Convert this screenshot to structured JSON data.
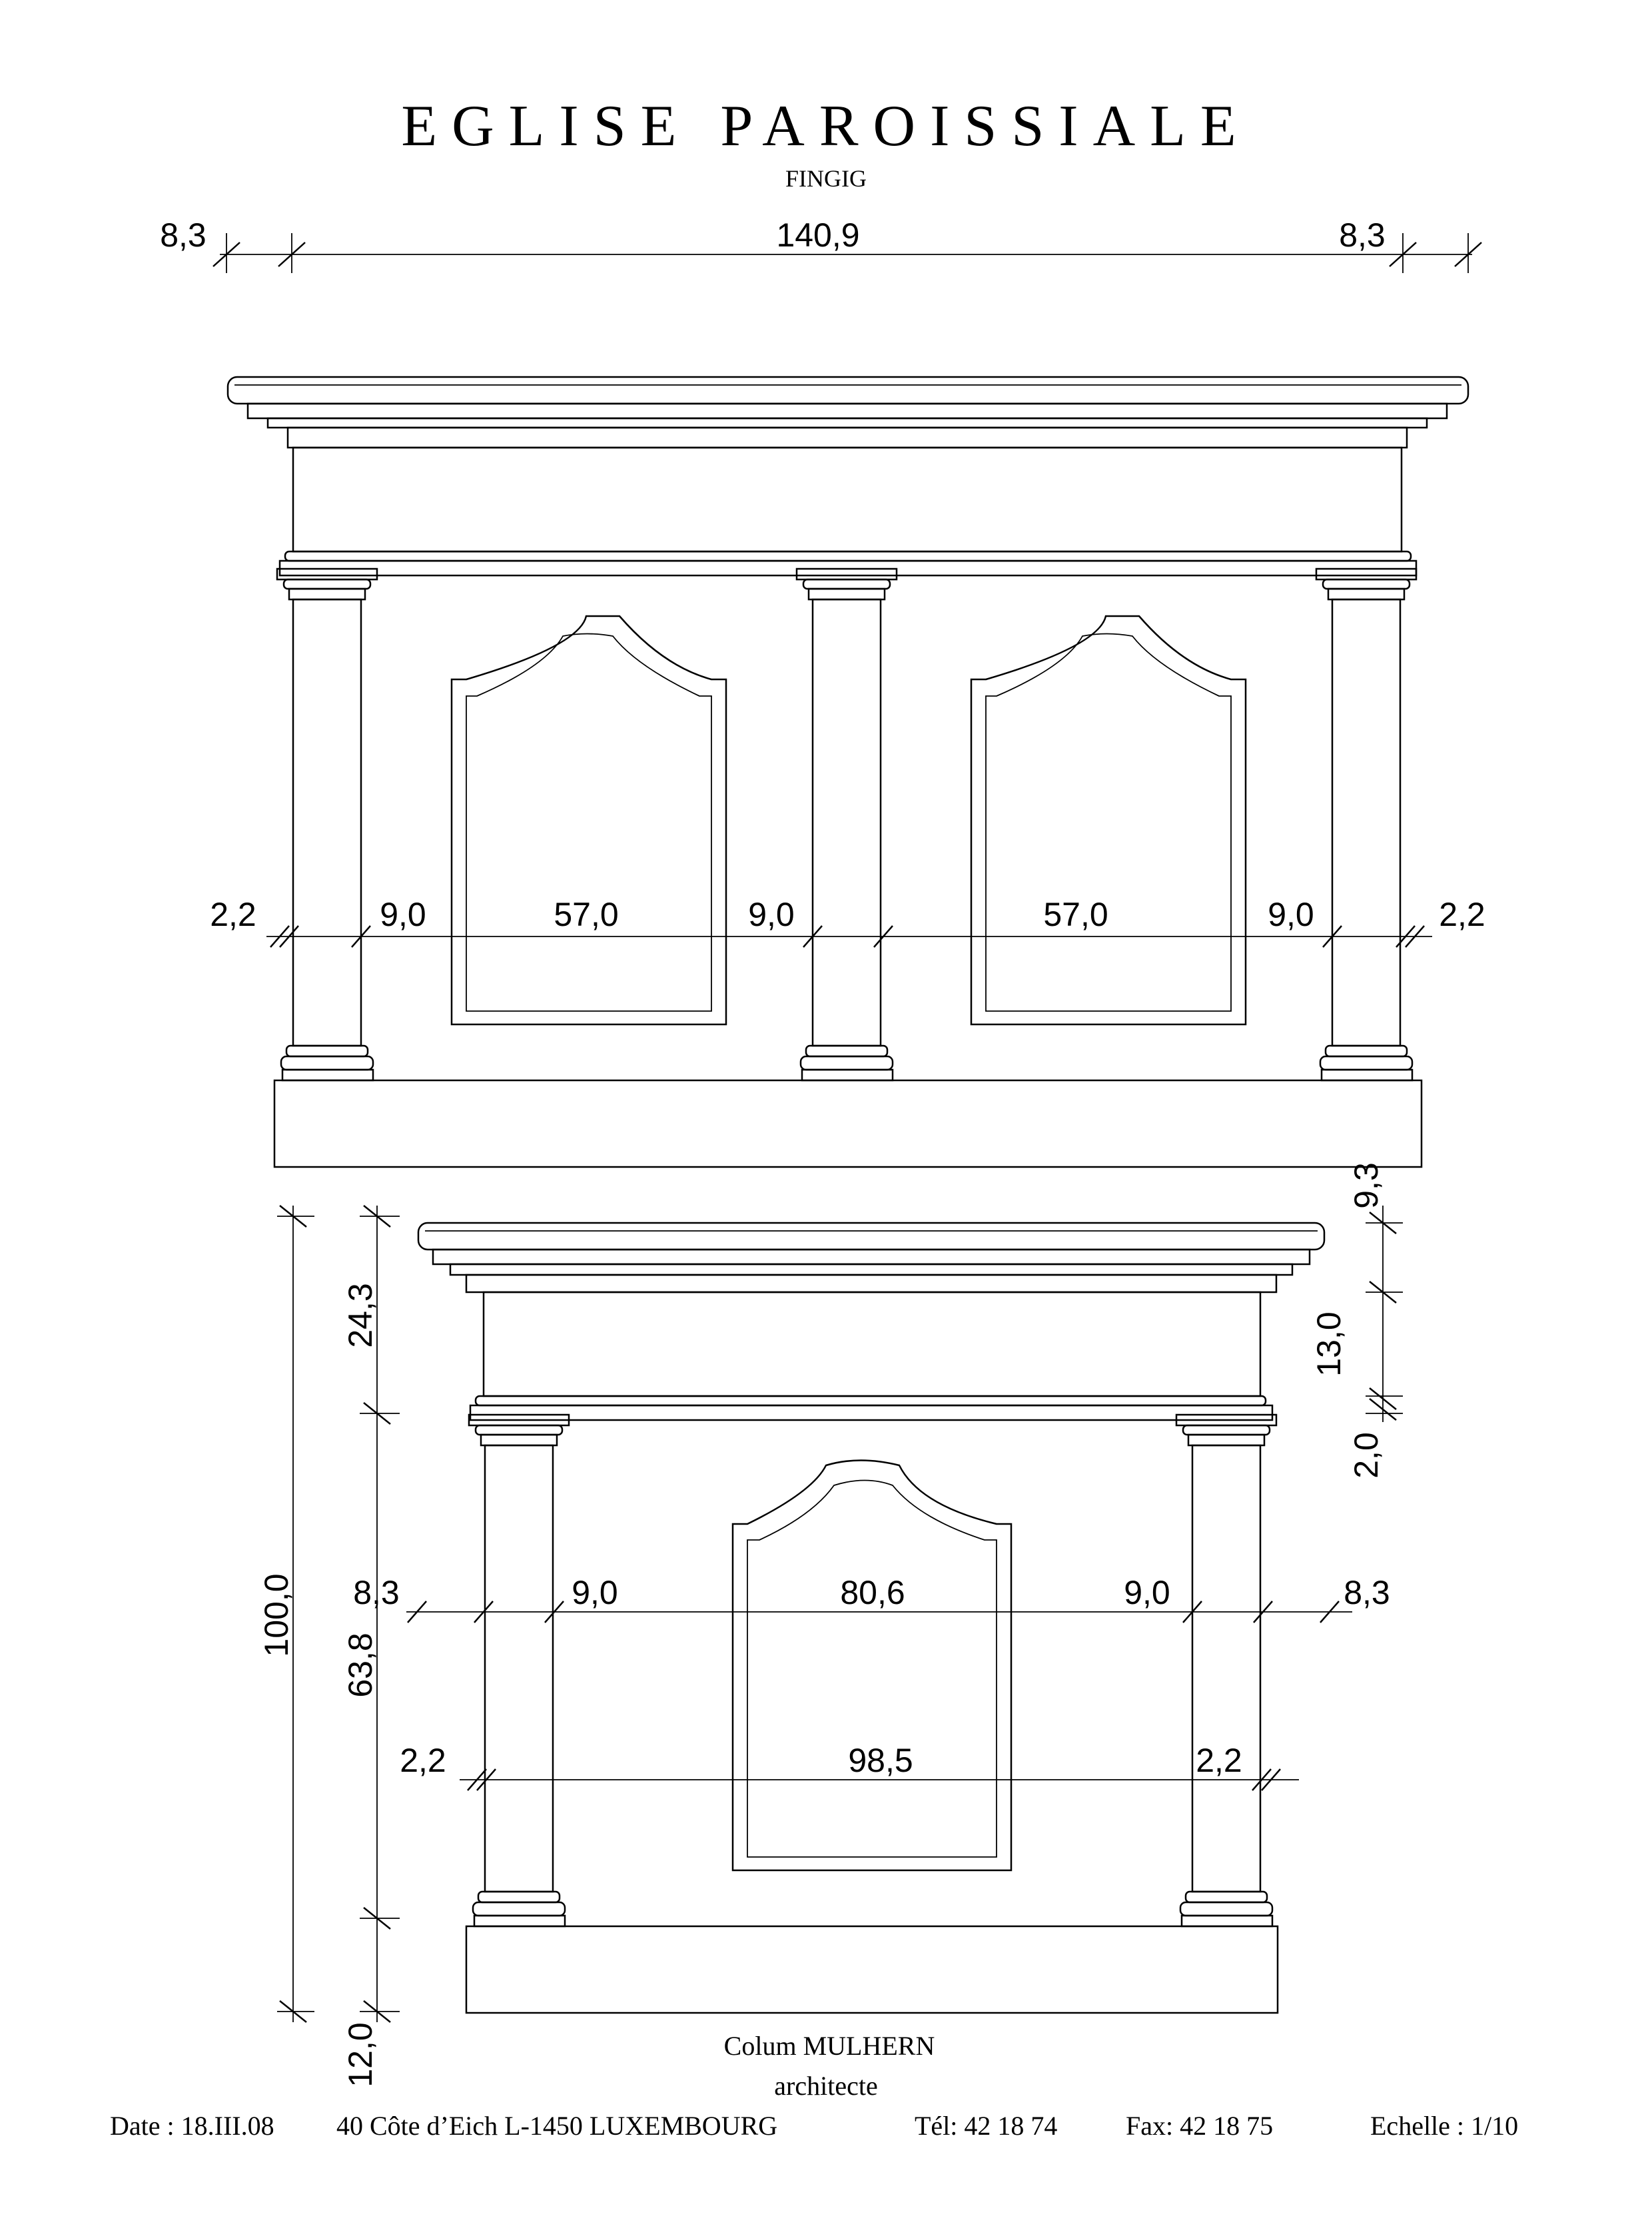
{
  "title": "EGLISE PAROISSIALE",
  "subtitle": "FINGIG",
  "top_elevation": {
    "overall": [
      "8,3",
      "140,9",
      "8,3"
    ],
    "horizontal": [
      "2,2",
      "9,0",
      "57,0",
      "9,0",
      "57,0",
      "9,0",
      "2,2"
    ]
  },
  "side_elevation": {
    "horizontal_upper": [
      "8,3",
      "9,0",
      "80,6",
      "9,0",
      "8,3"
    ],
    "horizontal_lower": [
      "2,2",
      "98,5",
      "2,2"
    ],
    "vertical_total": "100,0",
    "vertical_parts": [
      "24,3",
      "63,8",
      "12,0"
    ],
    "vertical_right": [
      "9,3",
      "13,0",
      "2,0"
    ]
  },
  "footer": {
    "architect": "Colum MULHERN",
    "role": "architecte",
    "date": "Date : 18.III.08",
    "address": "40 Côte  d’Eich  L-1450  LUXEMBOURG",
    "tel": "Tél:  42 18 74",
    "fax": "Fax:  42 18 75",
    "scale": "Echelle :  1/10"
  }
}
